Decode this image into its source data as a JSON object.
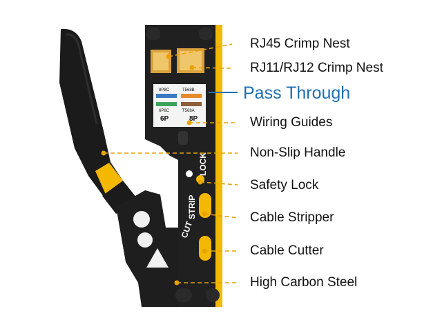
{
  "product": {
    "callouts": [
      {
        "id": "rj45",
        "text": "RJ45 Crimp Nest"
      },
      {
        "id": "rj11",
        "text": "RJ11/RJ12 Crimp Nest"
      },
      {
        "id": "pass",
        "text": "Pass Through"
      },
      {
        "id": "wiring",
        "text": "Wiring Guides"
      },
      {
        "id": "handle",
        "text": "Non-Slip Handle"
      },
      {
        "id": "lock",
        "text": "Safety Lock"
      },
      {
        "id": "strip",
        "text": "Cable Stripper"
      },
      {
        "id": "cutter",
        "text": "Cable Cutter"
      },
      {
        "id": "steel",
        "text": "High Carbon Steel"
      }
    ],
    "tool_markings": {
      "lock": "LOCK",
      "strip": "STRIP",
      "cut": "CUT",
      "p8": "8P",
      "p6": "6P",
      "t568a": "T568A",
      "t568b": "T568B",
      "p8c": "8P8C",
      "p6c": "6P6C"
    },
    "colors": {
      "accent_yellow": "#f5b800",
      "body_black": "#1a1a1a",
      "callout_text": "#111111",
      "highlight_text": "#1f6fb3",
      "leader_line": "#e8a300"
    }
  }
}
